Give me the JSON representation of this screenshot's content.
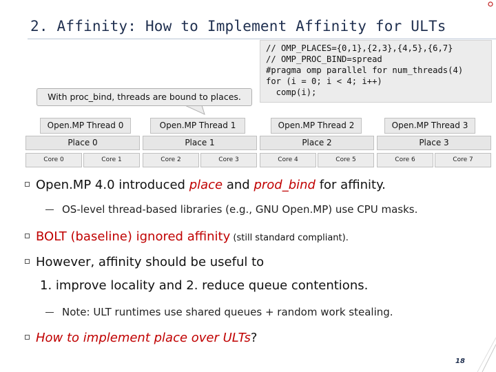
{
  "title": "2. Affinity: How to Implement Affinity for ULTs",
  "code_lines": [
    "// OMP_PLACES={0,1},{2,3},{4,5},{6,7}",
    "// OMP_PROC_BIND=spread",
    "#pragma omp parallel for num_threads(4)",
    "for (i = 0; i < 4; i++)",
    "  comp(i);"
  ],
  "callout": "With proc_bind, threads are bound to places.",
  "threads": [
    "Open.MP Thread 0",
    "Open.MP Thread 1",
    "Open.MP Thread 2",
    "Open.MP Thread 3"
  ],
  "places": [
    "Place 0",
    "Place 1",
    "Place 2",
    "Place 3"
  ],
  "cores": [
    "Core 0",
    "Core 1",
    "Core 2",
    "Core 3",
    "Core 4",
    "Core 5",
    "Core 6",
    "Core 7"
  ],
  "bullets": {
    "b1_pre": "Open.MP 4.0 introduced ",
    "b1_em1": "place",
    "b1_mid": " and ",
    "b1_em2": "prod_bind",
    "b1_post": " for affinity.",
    "b1_sub": "OS-level thread-based libraries (e.g., GNU Open.MP) use CPU masks.",
    "b2_red": "BOLT (baseline) ignored affinity",
    "b2_small": " (still standard compliant).",
    "b3_line1": "However, affinity should be useful to",
    "b3_line2": "1. improve locality and 2. reduce queue contentions.",
    "b3_sub": "Note: ULT runtimes use shared queues + random work stealing.",
    "b4_em": "How to implement place over ULTs",
    "b4_post": "?"
  },
  "page_number": "18",
  "colors": {
    "accent_red": "#c00000",
    "title_blue": "#1f2f4f"
  }
}
